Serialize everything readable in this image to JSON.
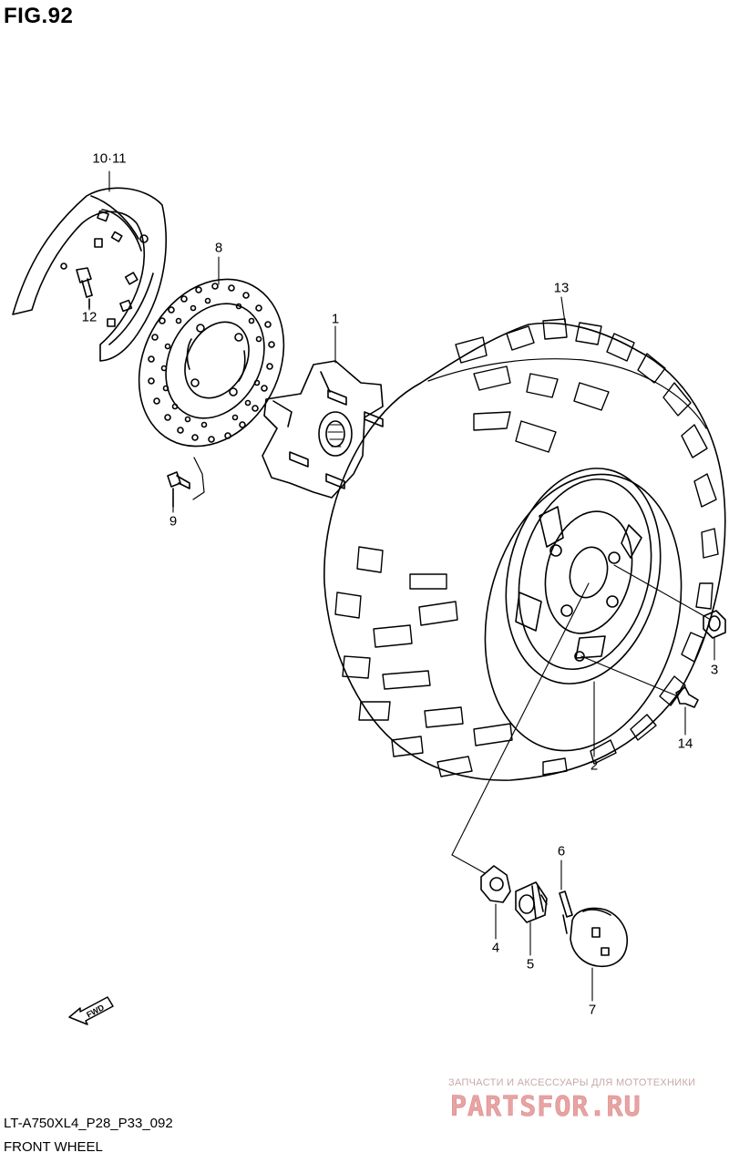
{
  "figure": {
    "title": "FIG.92"
  },
  "callouts": [
    {
      "id": "c10",
      "text": "10·11"
    },
    {
      "id": "c8",
      "text": "8"
    },
    {
      "id": "c12",
      "text": "12"
    },
    {
      "id": "c1",
      "text": "1"
    },
    {
      "id": "c13",
      "text": "13"
    },
    {
      "id": "c9",
      "text": "9"
    },
    {
      "id": "c3",
      "text": "3"
    },
    {
      "id": "c14",
      "text": "14"
    },
    {
      "id": "c2",
      "text": "2"
    },
    {
      "id": "c6",
      "text": "6"
    },
    {
      "id": "c4",
      "text": "4"
    },
    {
      "id": "c5",
      "text": "5"
    },
    {
      "id": "c7",
      "text": "7"
    }
  ],
  "direction_marker": {
    "text": "FWD",
    "icon": "fwd-arrow-icon"
  },
  "footer": {
    "model_code": "LT-A750XL4_P28_P33_092",
    "section_name": "FRONT WHEEL"
  },
  "watermark": {
    "tagline": "ЗАПЧАСТИ И АКСЕССУАРЫ ДЛЯ МОТОТЕХНИКИ",
    "logo_text": "PARTSFOR.RU",
    "color": "#e07a7a"
  }
}
